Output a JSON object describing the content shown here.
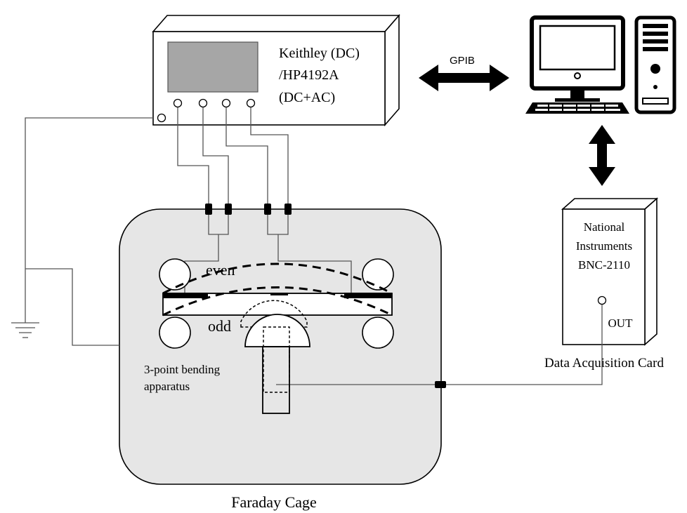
{
  "instrument": {
    "line1": "Keithley (DC)",
    "line2": "/HP4192A",
    "line3": "(DC+AC)"
  },
  "link": {
    "label": "GPIB"
  },
  "daq": {
    "line1": "National",
    "line2": "Instruments",
    "line3": "BNC-2110",
    "out_label": "OUT",
    "caption": "Data Acquisition Card"
  },
  "apparatus": {
    "even_label": "even",
    "odd_label": "odd",
    "label_line1": "3-point bending",
    "label_line2": "apparatus"
  },
  "cage": {
    "caption": "Faraday Cage"
  }
}
